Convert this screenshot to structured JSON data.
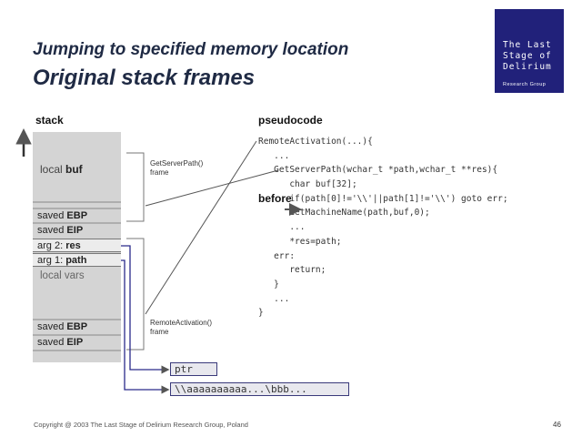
{
  "title": {
    "line1": "Jumping to specified memory location",
    "line2": "Original stack frames"
  },
  "logo": {
    "line1": "The Last",
    "line2": "Stage of",
    "line3": "Delirium",
    "subtitle": "Research Group"
  },
  "stack": {
    "heading": "stack",
    "local_buf": {
      "prefix": "local ",
      "bold": "buf"
    },
    "cells": [
      {
        "prefix": "saved ",
        "bold": "EBP"
      },
      {
        "prefix": "saved ",
        "bold": "EIP"
      },
      {
        "prefix": "arg 2: ",
        "bold": "res"
      },
      {
        "prefix": "arg 1: ",
        "bold": "path"
      },
      {
        "prefix": "saved ",
        "bold": "EBP"
      },
      {
        "prefix": "saved ",
        "bold": "EIP"
      }
    ],
    "local_vars": "local vars"
  },
  "frames": {
    "getserverpath": {
      "line1": "GetServerPath()",
      "line2": "frame"
    },
    "remoteactivation": {
      "line1": "RemoteActivation()",
      "line2": "frame"
    }
  },
  "pseudocode": {
    "heading": "pseudocode",
    "before_label": "before",
    "lines": [
      "RemoteActivation(...){",
      "   ...",
      "   GetServerPath(wchar_t *path,wchar_t **res){",
      "      char buf[32];",
      "      if(path[0]!='\\\\'||path[1]!='\\\\') goto err;",
      "      GetMachineName(path,buf,0);",
      "      ...",
      "      *res=path;",
      "   err:",
      "      return;",
      "   }",
      "   ...",
      "}"
    ]
  },
  "memory": {
    "ptr": "ptr",
    "string": "\\\\aaaaaaaaaa...\\bbb..."
  },
  "footer": {
    "copyright": "Copyright @ 2003 The Last Stage of Delirium Research Group, Poland",
    "page_number": "46"
  },
  "colors": {
    "logo_bg": "#21217a",
    "title": "#1f2a44",
    "stack_bg": "#d4d4d4",
    "arrow": "#2a2a8a"
  }
}
